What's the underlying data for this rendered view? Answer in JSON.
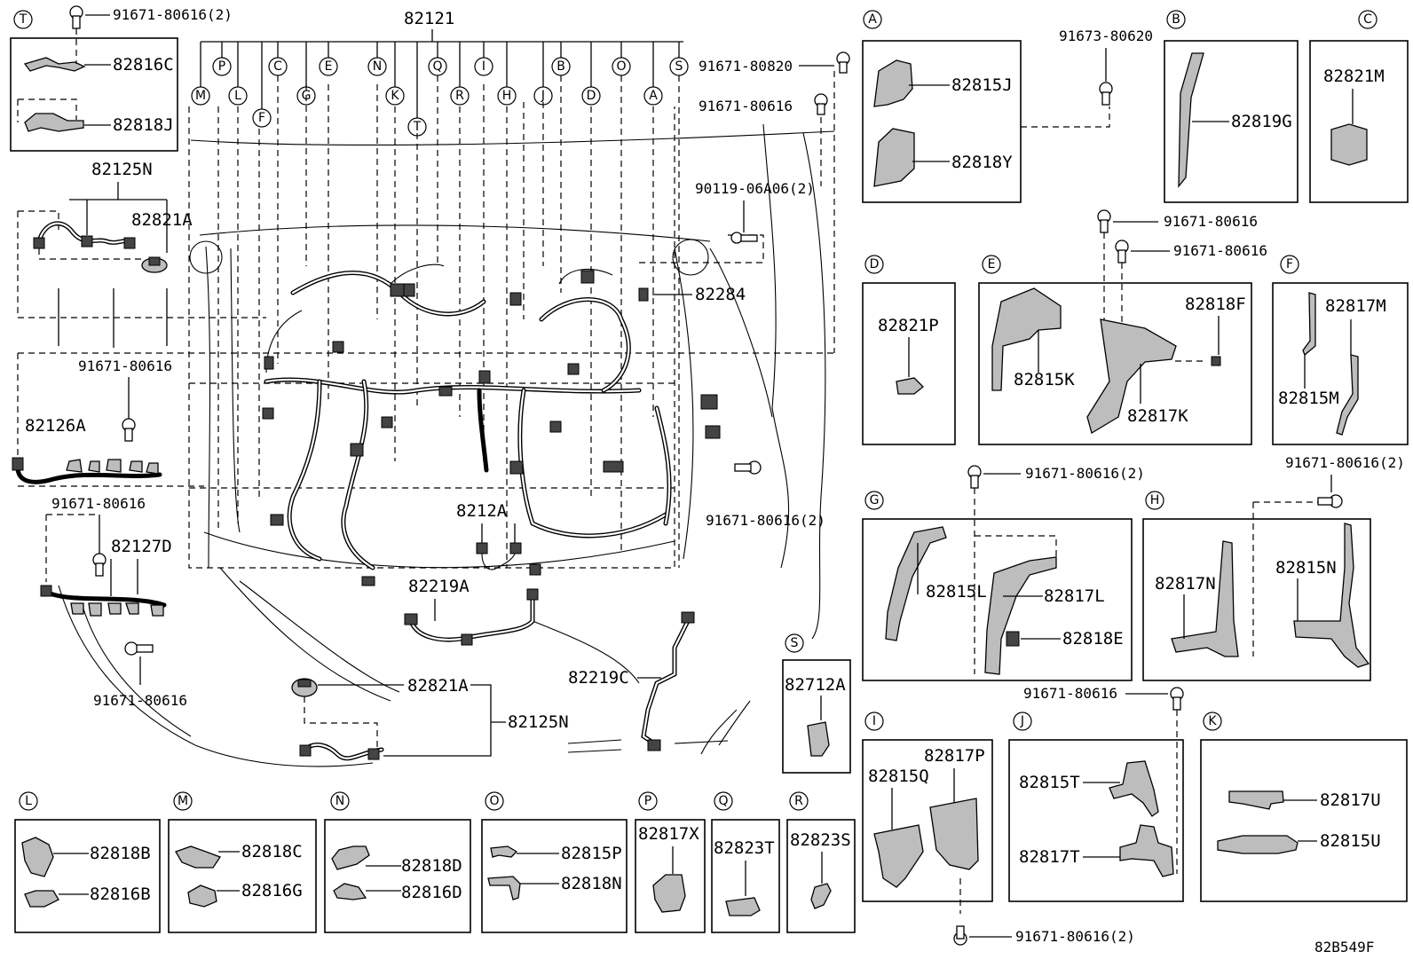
{
  "diagram": {
    "main_part": "82121",
    "drawing_code": "82B549F",
    "main_callouts": [
      "M",
      "P",
      "L",
      "F",
      "C",
      "G",
      "E",
      "N",
      "K",
      "T",
      "Q",
      "R",
      "I",
      "H",
      "B",
      "J",
      "D",
      "O",
      "A",
      "S"
    ],
    "main_labels": {
      "l_91671_80820": "91671-80820",
      "l_91671_80616_r": "91671-80616",
      "l_90119": "90119-06A06(2)",
      "l_82284": "82284",
      "l_91671_80616_2_mid": "91671-80616(2)",
      "l_8212A": "8212A",
      "l_82219A": "82219A",
      "l_82219C": "82219C",
      "l_82821A_b": "82821A",
      "l_82125N_b": "82125N",
      "l_91671_80616_bl": "91671-80616"
    },
    "left_labels": {
      "t_bolt": "91671-80616(2)",
      "t_82816C": "82816C",
      "t_82818J": "82818J",
      "l_82125N": "82125N",
      "l_82821A": "82821A",
      "l_91671_80616_a": "91671-80616",
      "l_82126A": "82126A",
      "l_91671_80616_b": "91671-80616",
      "l_82127D": "82127D"
    },
    "right_labels": {
      "a_82815J": "82815J",
      "a_82818Y": "82818Y",
      "b_bolt": "91673-80620",
      "b_82819G": "82819G",
      "c_82821M": "82821M",
      "e_bolt1": "91671-80616",
      "e_bolt2": "91671-80616",
      "d_82821P": "82821P",
      "e_82818F": "82818F",
      "e_82815K": "82815K",
      "e_82817K": "82817K",
      "f_82817M": "82817M",
      "f_82815M": "82815M",
      "g_bolt": "91671-80616(2)",
      "h_bolt": "91671-80616(2)",
      "g_82815L": "82815L",
      "g_82817L": "82817L",
      "g_82818E": "82818E",
      "h_82817N": "82817N",
      "h_82815N": "82815N",
      "s_82712A": "82712A",
      "j_bolt": "91671-80616",
      "i_82817P": "82817P",
      "i_82815Q": "82815Q",
      "j_82815T": "82815T",
      "j_82817T": "82817T",
      "k_82817U": "82817U",
      "k_82815U": "82815U",
      "i_bolt": "91671-80616(2)"
    },
    "bottom_labels": {
      "l_82818B": "82818B",
      "l_82816B": "82816B",
      "m_82818C": "82818C",
      "m_82816G": "82816G",
      "n_82818D": "82818D",
      "n_82816D": "82816D",
      "o_82815P": "82815P",
      "o_82818N": "82818N",
      "p_82817X": "82817X",
      "q_82823T": "82823T",
      "r_82823S": "82823S"
    },
    "box_letters": {
      "T": "T",
      "A": "A",
      "B": "B",
      "C": "C",
      "D": "D",
      "E": "E",
      "F": "F",
      "G": "G",
      "H": "H",
      "S": "S",
      "I": "I",
      "J": "J",
      "K": "K",
      "L": "L",
      "M": "M",
      "N": "N",
      "O": "O",
      "P": "P",
      "Q": "Q",
      "R": "R"
    }
  }
}
